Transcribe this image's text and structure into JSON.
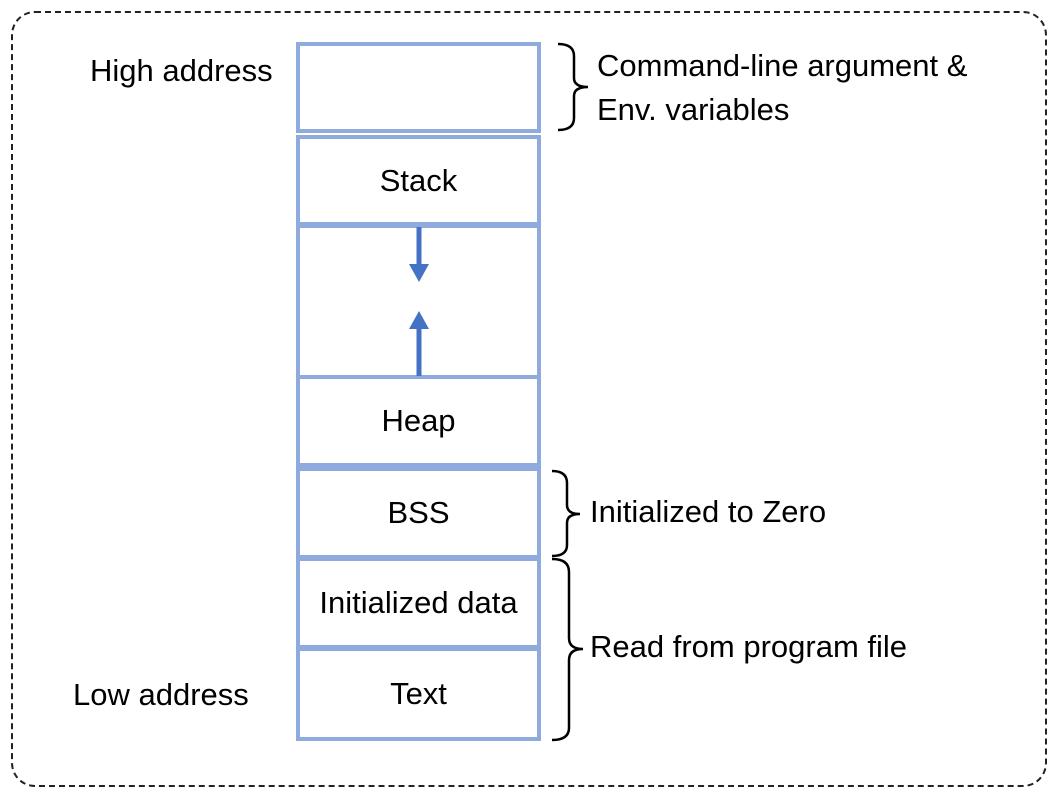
{
  "diagram": {
    "segments": {
      "args": "",
      "stack": "Stack",
      "gap": "",
      "heap": "Heap",
      "bss": "BSS",
      "init_data": "Initialized data",
      "text": "Text"
    },
    "labels": {
      "high_address": "High address",
      "low_address": "Low address",
      "args_note_line1": "Command-line argument &",
      "args_note_line2": "Env. variables",
      "bss_note": "Initialized to Zero",
      "program_note": "Read from program file"
    },
    "colors": {
      "segment_border": "#8faadc",
      "arrow": "#4472c4",
      "bracket": "#000000",
      "frame_border": "#222222"
    },
    "icons": {
      "stack_growth": "arrow-down-icon",
      "heap_growth": "arrow-up-icon"
    }
  }
}
